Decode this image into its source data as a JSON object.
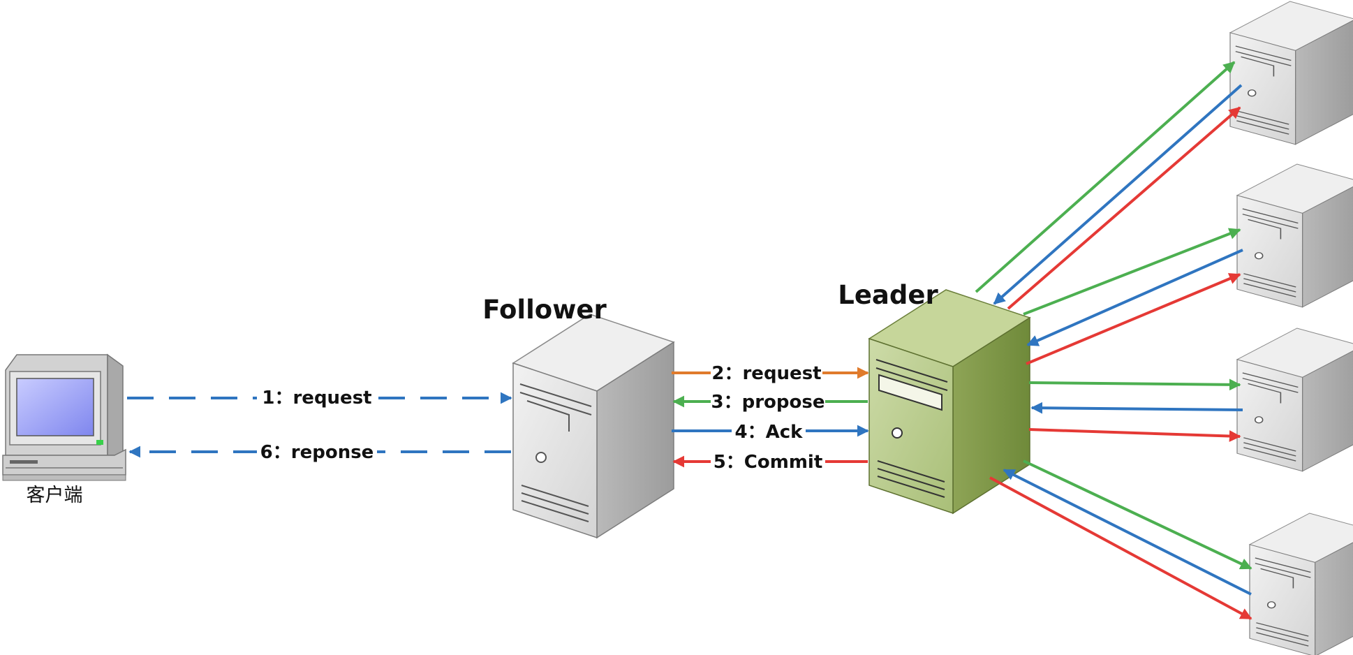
{
  "nodes": {
    "client_label": "客户端",
    "follower_label": "Follower",
    "leader_label": "Leader"
  },
  "messages": {
    "m1": "1：request",
    "m2": "2：request",
    "m3": "3：propose",
    "m4": "4：Ack",
    "m5": "5：Commit",
    "m6": "6：reponse"
  },
  "colors": {
    "request_dashed": "#2f75c0",
    "request": "#e07b2c",
    "propose": "#4caf50",
    "ack": "#2f75c0",
    "commit": "#e53935",
    "leader_server": "#a7bd74",
    "server": "#dedede"
  }
}
